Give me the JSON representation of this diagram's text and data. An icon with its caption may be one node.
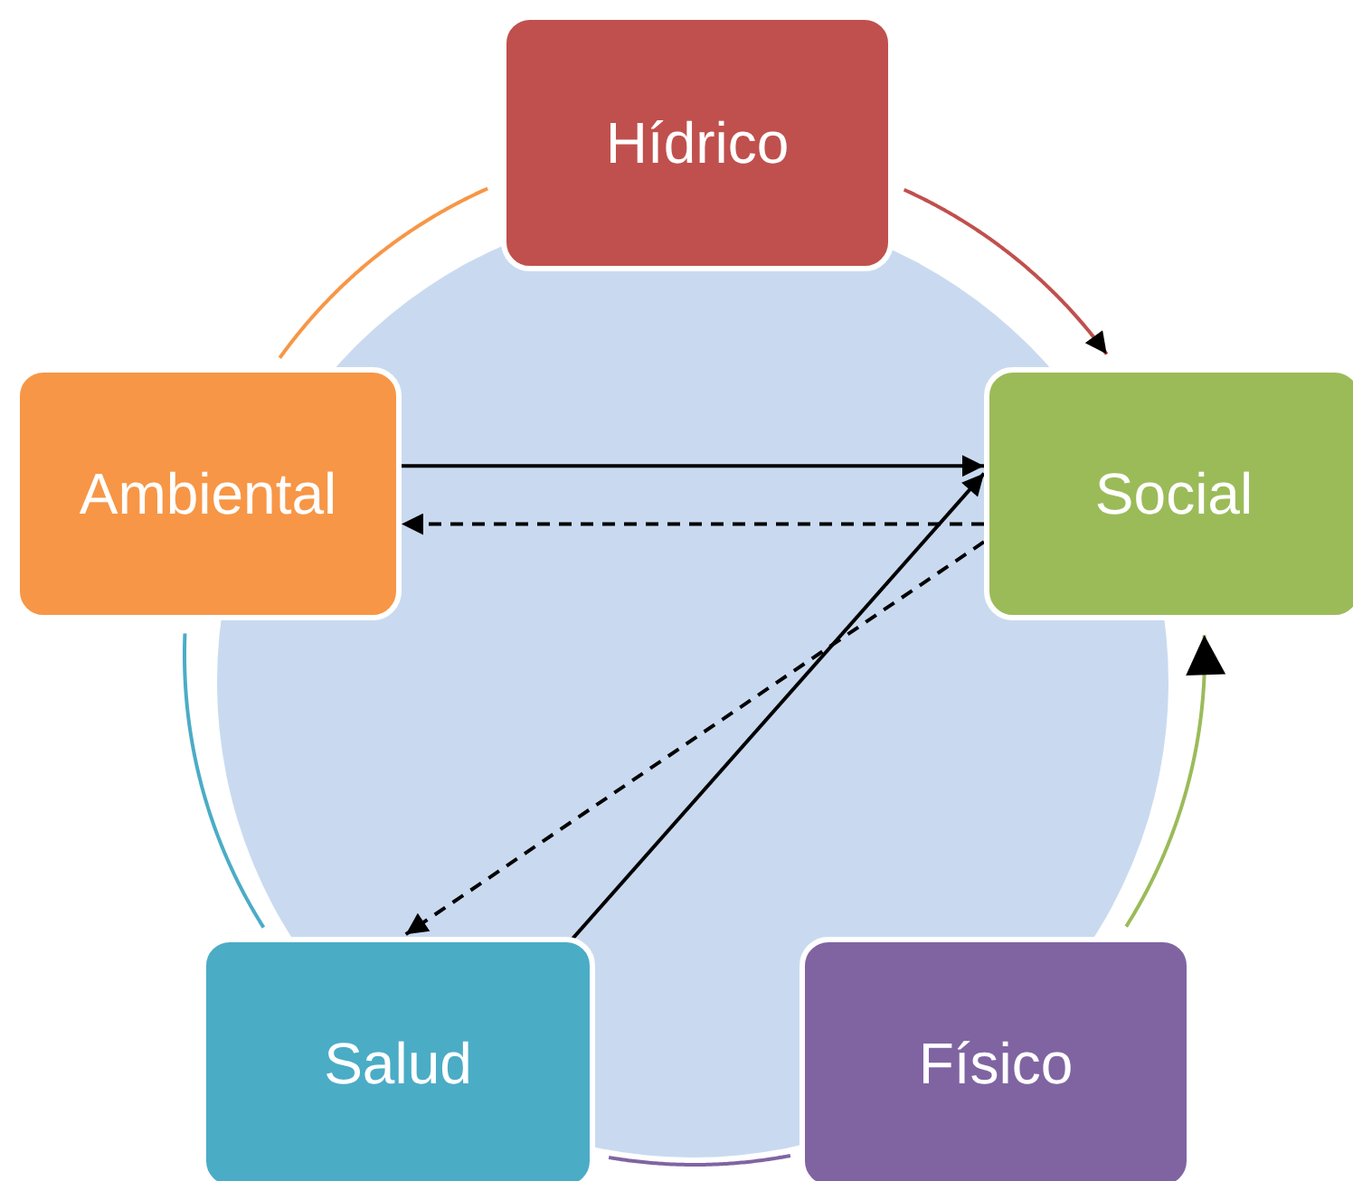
{
  "diagram": {
    "nodes": [
      {
        "text": [
          "Hídrico"
        ]
      },
      {
        "text": [
          "Social"
        ]
      },
      {
        "text": [
          "Físico"
        ]
      },
      {
        "text": [
          "Salud"
        ]
      },
      {
        "text": [
          "Ambiental"
        ]
      }
    ],
    "edges": [
      {
        "from": 0,
        "to": 1,
        "arrow": "to",
        "color": "#c0504d"
      },
      {
        "from": 2,
        "to": 1,
        "arrow": "to",
        "color": "#9bbb59"
      },
      {
        "from": 2,
        "to": 3,
        "arrow": "none",
        "color": "#8064a2"
      },
      {
        "from": 3,
        "to": 4,
        "arrow": "none",
        "color": "#4bacc6"
      },
      {
        "from": 4,
        "to": 0,
        "arrow": "none",
        "color": "#f79646"
      },
      {
        "from": 4,
        "to": 1,
        "arrow": "to"
      },
      {
        "from": 1,
        "to": 4,
        "arrow": "to",
        "style": "dashed"
      },
      {
        "from": 3,
        "to": 1,
        "arrow": "to"
      },
      {
        "from": 1,
        "to": 3,
        "arrow": "to",
        "style": "dashed"
      }
    ]
  }
}
